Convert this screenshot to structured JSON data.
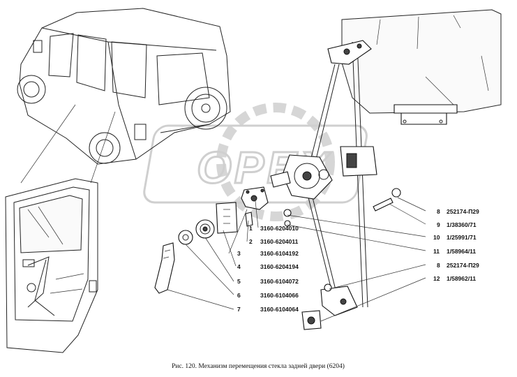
{
  "watermark": {
    "text": "OPEX"
  },
  "parts": [
    {
      "num": "1",
      "code": "3160-6204010"
    },
    {
      "num": "2",
      "code": "3160-6204011"
    },
    {
      "num": "3",
      "code": "3160-6104192"
    },
    {
      "num": "4",
      "code": "3160-6204194"
    },
    {
      "num": "5",
      "code": "3160-6104072"
    },
    {
      "num": "6",
      "code": "3160-6104066"
    },
    {
      "num": "7",
      "code": "3160-6104064"
    },
    {
      "num": "8",
      "code": "252174-П29"
    },
    {
      "num": "9",
      "code": "1/38360/71"
    },
    {
      "num": "10",
      "code": "1/25991/71"
    },
    {
      "num": "11",
      "code": "1/58964/11"
    },
    {
      "num": "8",
      "code": "252174-П29"
    },
    {
      "num": "12",
      "code": "1/58962/11"
    }
  ],
  "caption": "Рис. 120. Механизм перемещения стекла задней двери (6204)"
}
